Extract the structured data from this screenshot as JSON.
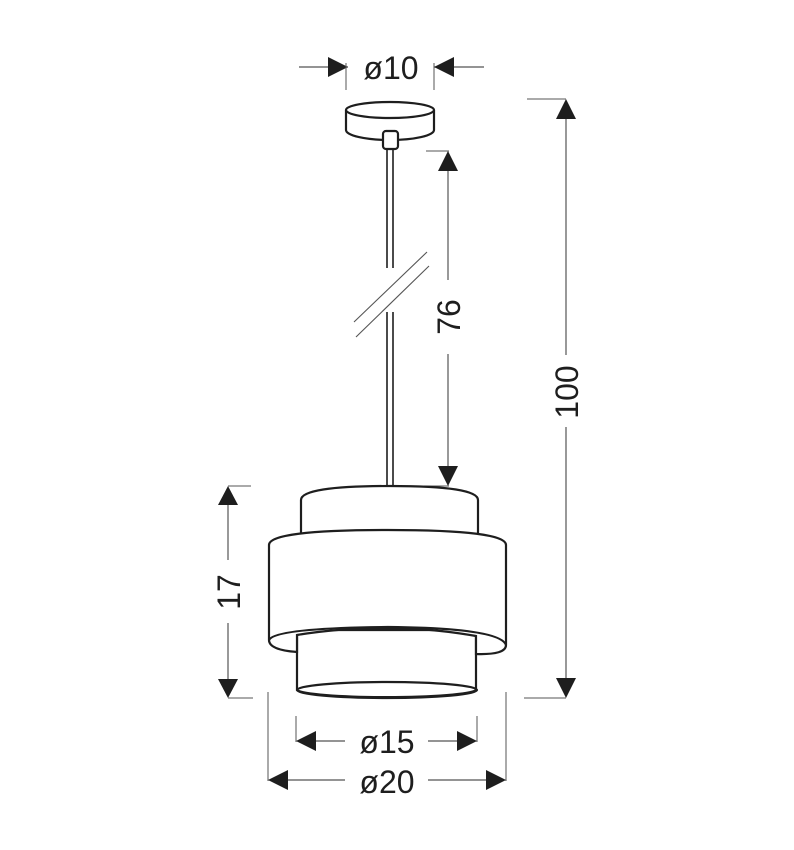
{
  "diagram": {
    "type": "technical-dimension-drawing",
    "subject": "pendant lamp with two-tier drum shade",
    "units_implied": "cm",
    "colors": {
      "outline": "#1e1e1e",
      "dimension_line": "#555555",
      "background": "#ffffff"
    }
  },
  "dimensions": {
    "canopy_diameter": "ø10",
    "cable_length": "76",
    "total_height": "100",
    "shade_height": "17",
    "inner_shade_diameter": "ø15",
    "outer_shade_diameter": "ø20"
  }
}
